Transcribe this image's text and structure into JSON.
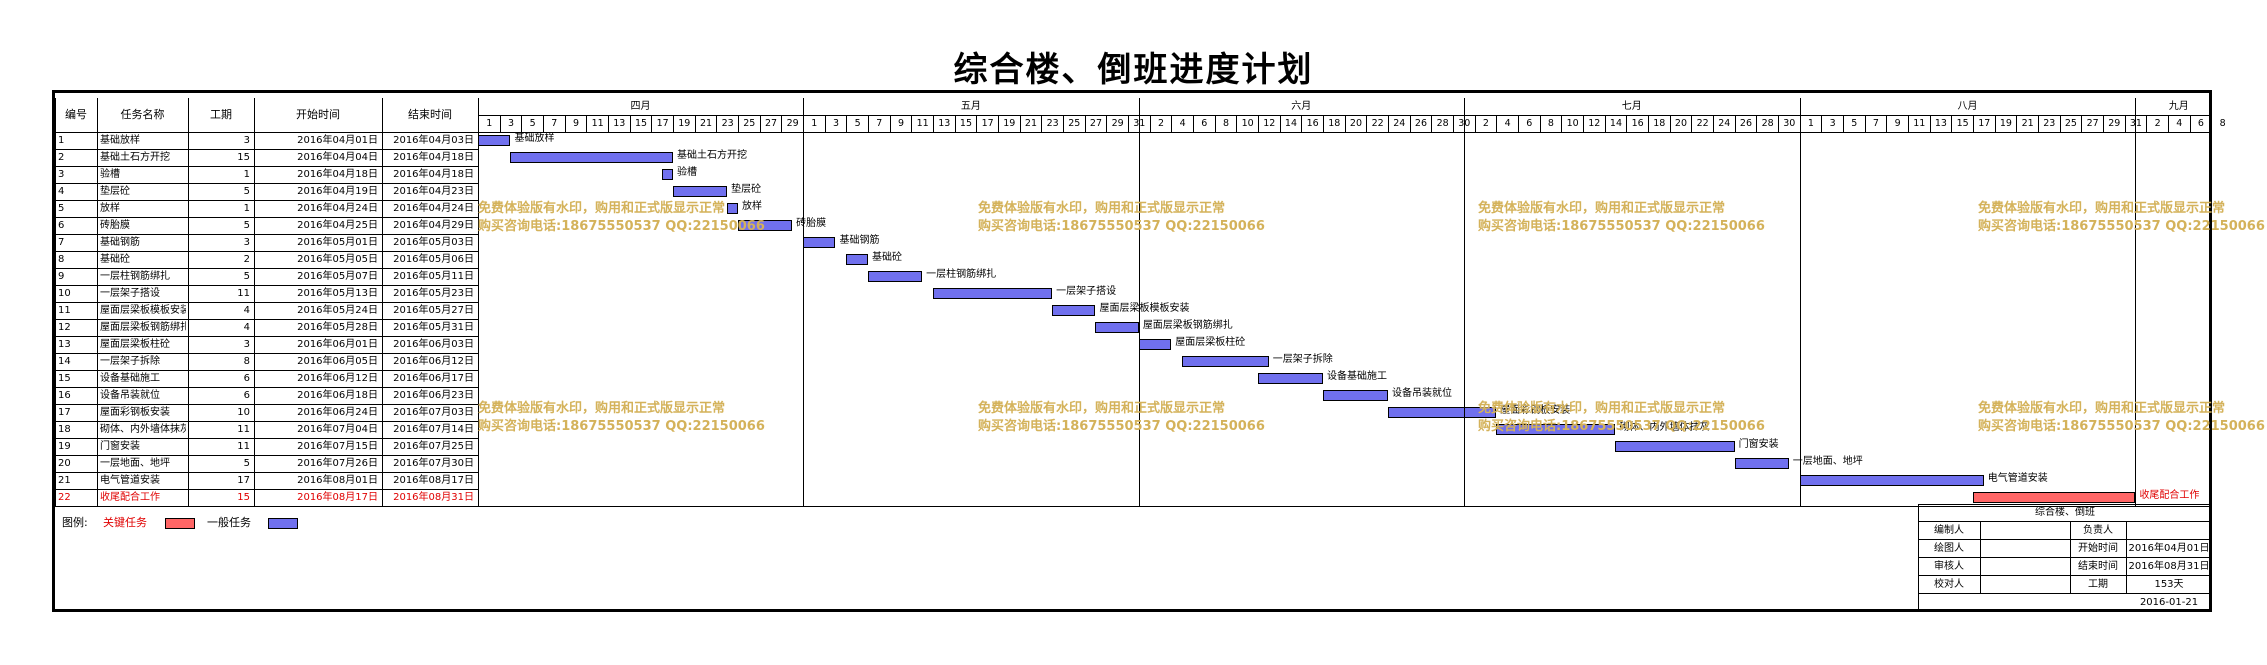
{
  "title": "综合楼、倒班进度计划",
  "colors": {
    "normal": "#7070ee",
    "critical": "#ff6666",
    "watermark": "#d4b25a"
  },
  "columns": {
    "id": "编号",
    "name": "任务名称",
    "duration": "工期",
    "start": "开始时间",
    "end": "结束时间"
  },
  "months": [
    {
      "label": "四月",
      "days": [
        "1",
        "3",
        "5",
        "7",
        "9",
        "11",
        "13",
        "15",
        "17",
        "19",
        "21",
        "23",
        "25",
        "27",
        "29"
      ]
    },
    {
      "label": "五月",
      "days": [
        "1",
        "3",
        "5",
        "7",
        "9",
        "11",
        "13",
        "15",
        "17",
        "19",
        "21",
        "23",
        "25",
        "27",
        "29",
        "31"
      ]
    },
    {
      "label": "六月",
      "days": [
        "2",
        "4",
        "6",
        "8",
        "10",
        "12",
        "14",
        "16",
        "18",
        "20",
        "22",
        "24",
        "26",
        "28",
        "30"
      ]
    },
    {
      "label": "七月",
      "days": [
        "2",
        "4",
        "6",
        "8",
        "10",
        "12",
        "14",
        "16",
        "18",
        "20",
        "22",
        "24",
        "26",
        "28",
        "30"
      ]
    },
    {
      "label": "八月",
      "days": [
        "1",
        "3",
        "5",
        "7",
        "9",
        "11",
        "13",
        "15",
        "17",
        "19",
        "21",
        "23",
        "25",
        "27",
        "29",
        "31"
      ]
    },
    {
      "label": "九月",
      "days": [
        "2",
        "4",
        "6",
        "8"
      ]
    }
  ],
  "tasks": [
    {
      "id": "1",
      "name": "基础放样",
      "dur": "3",
      "start": "2016年04月01日",
      "end": "2016年04月03日",
      "s": 0,
      "d": 3,
      "critical": false
    },
    {
      "id": "2",
      "name": "基础土石方开挖",
      "dur": "15",
      "start": "2016年04月04日",
      "end": "2016年04月18日",
      "s": 3,
      "d": 15,
      "critical": false
    },
    {
      "id": "3",
      "name": "验槽",
      "dur": "1",
      "start": "2016年04月18日",
      "end": "2016年04月18日",
      "s": 17,
      "d": 1,
      "critical": false
    },
    {
      "id": "4",
      "name": "垫层砼",
      "dur": "5",
      "start": "2016年04月19日",
      "end": "2016年04月23日",
      "s": 18,
      "d": 5,
      "critical": false
    },
    {
      "id": "5",
      "name": "放样",
      "dur": "1",
      "start": "2016年04月24日",
      "end": "2016年04月24日",
      "s": 23,
      "d": 1,
      "critical": false
    },
    {
      "id": "6",
      "name": "砖胎膜",
      "dur": "5",
      "start": "2016年04月25日",
      "end": "2016年04月29日",
      "s": 24,
      "d": 5,
      "critical": false
    },
    {
      "id": "7",
      "name": "基础钢筋",
      "dur": "3",
      "start": "2016年05月01日",
      "end": "2016年05月03日",
      "s": 30,
      "d": 3,
      "critical": false
    },
    {
      "id": "8",
      "name": "基础砼",
      "dur": "2",
      "start": "2016年05月05日",
      "end": "2016年05月06日",
      "s": 34,
      "d": 2,
      "critical": false
    },
    {
      "id": "9",
      "name": "一层柱钢筋绑扎",
      "dur": "5",
      "start": "2016年05月07日",
      "end": "2016年05月11日",
      "s": 36,
      "d": 5,
      "critical": false
    },
    {
      "id": "10",
      "name": "一层架子搭设",
      "dur": "11",
      "start": "2016年05月13日",
      "end": "2016年05月23日",
      "s": 42,
      "d": 11,
      "critical": false
    },
    {
      "id": "11",
      "name": "屋面层梁板模板安装",
      "dur": "4",
      "start": "2016年05月24日",
      "end": "2016年05月27日",
      "s": 53,
      "d": 4,
      "critical": false
    },
    {
      "id": "12",
      "name": "屋面层梁板钢筋绑扎",
      "dur": "4",
      "start": "2016年05月28日",
      "end": "2016年05月31日",
      "s": 57,
      "d": 4,
      "critical": false
    },
    {
      "id": "13",
      "name": "屋面层梁板柱砼",
      "dur": "3",
      "start": "2016年06月01日",
      "end": "2016年06月03日",
      "s": 61,
      "d": 3,
      "critical": false
    },
    {
      "id": "14",
      "name": "一层架子拆除",
      "dur": "8",
      "start": "2016年06月05日",
      "end": "2016年06月12日",
      "s": 65,
      "d": 8,
      "critical": false
    },
    {
      "id": "15",
      "name": "设备基础施工",
      "dur": "6",
      "start": "2016年06月12日",
      "end": "2016年06月17日",
      "s": 72,
      "d": 6,
      "critical": false
    },
    {
      "id": "16",
      "name": "设备吊装就位",
      "dur": "6",
      "start": "2016年06月18日",
      "end": "2016年06月23日",
      "s": 78,
      "d": 6,
      "critical": false
    },
    {
      "id": "17",
      "name": "屋面彩钢板安装",
      "dur": "10",
      "start": "2016年06月24日",
      "end": "2016年07月03日",
      "s": 84,
      "d": 10,
      "critical": false
    },
    {
      "id": "18",
      "name": "砌体、内外墙体抹灰",
      "dur": "11",
      "start": "2016年07月04日",
      "end": "2016年07月14日",
      "s": 94,
      "d": 11,
      "critical": false
    },
    {
      "id": "19",
      "name": "门窗安装",
      "dur": "11",
      "start": "2016年07月15日",
      "end": "2016年07月25日",
      "s": 105,
      "d": 11,
      "critical": false
    },
    {
      "id": "20",
      "name": "一层地面、地坪",
      "dur": "5",
      "start": "2016年07月26日",
      "end": "2016年07月30日",
      "s": 116,
      "d": 5,
      "critical": false
    },
    {
      "id": "21",
      "name": "电气管道安装",
      "dur": "17",
      "start": "2016年08月01日",
      "end": "2016年08月17日",
      "s": 122,
      "d": 17,
      "critical": false
    },
    {
      "id": "22",
      "name": "收尾配合工作",
      "dur": "15",
      "start": "2016年08月17日",
      "end": "2016年08月31日",
      "s": 138,
      "d": 15,
      "critical": true
    }
  ],
  "watermark": {
    "line1": "免费体验版有水印，购用和正式版显示正常",
    "line2": "购买咨询电话:18675550537 QQ:22150066"
  },
  "legend": {
    "label": "图例:",
    "critical": "关键任务",
    "normal": "一般任务"
  },
  "titleblock": {
    "project": "综合楼、倒班",
    "compiler": "编制人",
    "owner": "负责人",
    "drawer": "绘图人",
    "start_label": "开始时间",
    "start_value": "2016年04月01日",
    "reviewer": "审核人",
    "end_label": "结束时间",
    "end_value": "2016年08月31日",
    "checker": "校对人",
    "dur_label": "工期",
    "dur_value": "153天",
    "date": "2016-01-21"
  }
}
